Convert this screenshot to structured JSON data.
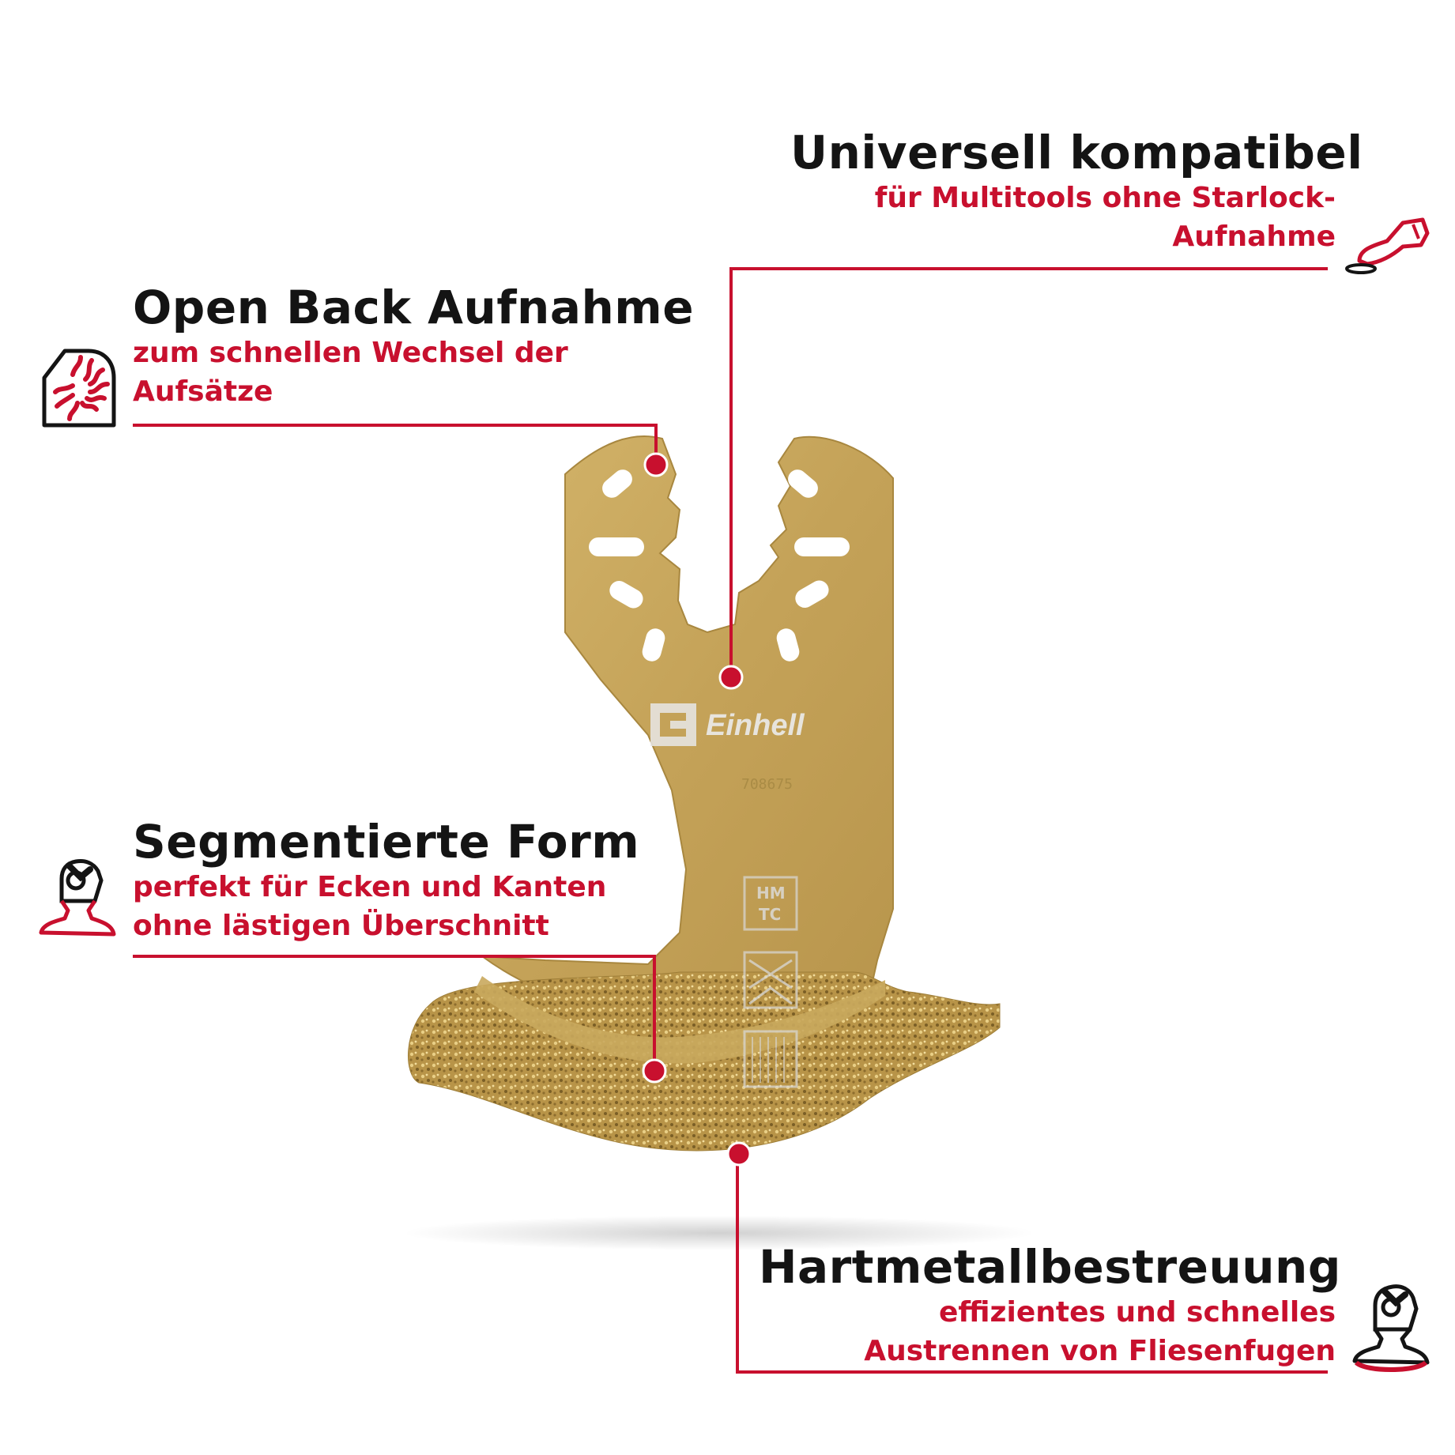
{
  "colors": {
    "accent": "#c8102e",
    "text": "#141414",
    "blade": "#c8a55a"
  },
  "features": [
    {
      "title": "Universell kompatibel",
      "subtitle": [
        "für Multitools ohne Starlock-",
        "Aufnahme"
      ],
      "icon": "multitool-icon"
    },
    {
      "title": "Open Back Aufnahme",
      "subtitle": [
        "zum schnellen Wechsel der",
        "Aufsätze"
      ],
      "icon": "open-back-mount-icon"
    },
    {
      "title": "Segmentierte Form",
      "subtitle": [
        "perfekt für Ecken und Kanten",
        "ohne lästigen Überschnitt"
      ],
      "icon": "segmented-blade-icon"
    },
    {
      "title": "Hartmetallbestreuung",
      "subtitle": [
        "effizientes und schnelles",
        "Austrennen von Fliesenfugen"
      ],
      "icon": "carbide-blade-icon"
    }
  ],
  "product": {
    "brand": "Einhell",
    "part_number": "708675",
    "material_marks": [
      "HM",
      "TC"
    ]
  }
}
